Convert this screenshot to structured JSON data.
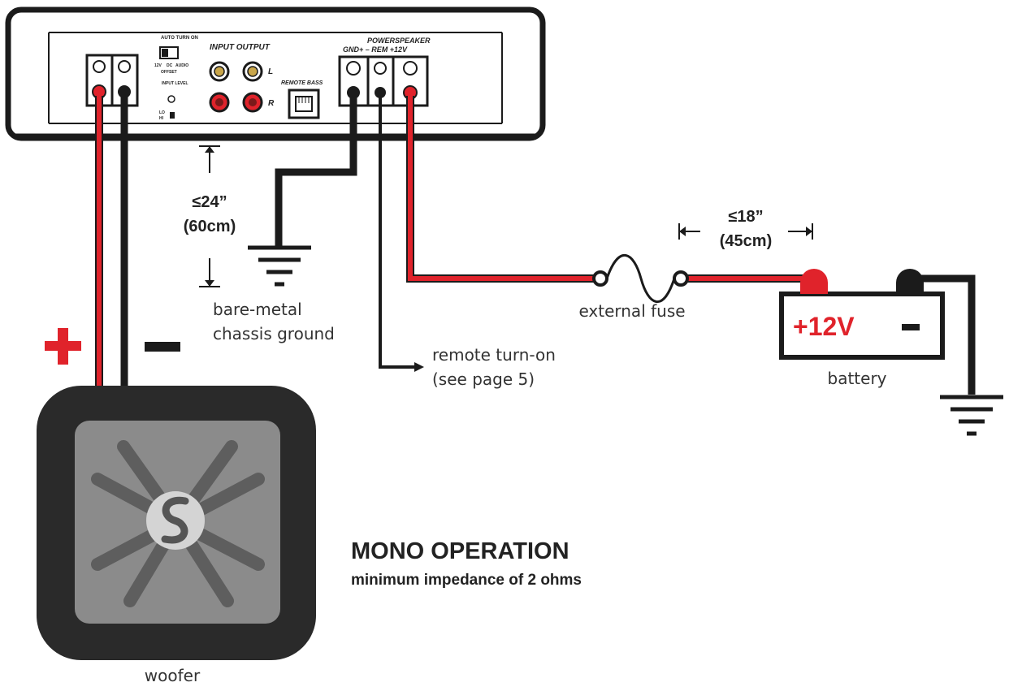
{
  "amplifier": {
    "auto_turn_on_label": "AUTO TURN ON",
    "switch_options": [
      "12V",
      "DC",
      "AUDIO"
    ],
    "switch_sublabel": "OFFSET",
    "input_level_label": "INPUT LEVEL",
    "input_level_options": [
      "LO",
      "HI"
    ],
    "input_output_label": "INPUT OUTPUT",
    "rca_left_label": "L",
    "rca_right_label": "R",
    "remote_bass_label": "REMOTE BASS",
    "power_speaker_label": "POWERSPEAKER",
    "power_terminals_label": "GND+ – REM +12V"
  },
  "measurements": {
    "ground_distance": "≤24”",
    "ground_distance_metric": "(60cm)",
    "fuse_distance": "≤18”",
    "fuse_distance_metric": "(45cm)"
  },
  "captions": {
    "chassis_ground_line1": "bare-metal",
    "chassis_ground_line2": "chassis ground",
    "remote_line1": "remote turn-on",
    "remote_line2": "(see page 5)",
    "fuse": "external fuse",
    "battery": "battery",
    "woofer": "woofer"
  },
  "battery": {
    "positive_label": "+12V",
    "negative_label": "–"
  },
  "polarity": {
    "positive": "+",
    "negative": "–"
  },
  "heading": {
    "title": "MONO OPERATION",
    "subtitle": "minimum impedance of 2 ohms"
  },
  "colors": {
    "positive_wire": "#e0232b",
    "negative_wire": "#1b1b1b",
    "woofer_frame": "#2a2a2a",
    "woofer_cone": "#8b8b8b"
  }
}
